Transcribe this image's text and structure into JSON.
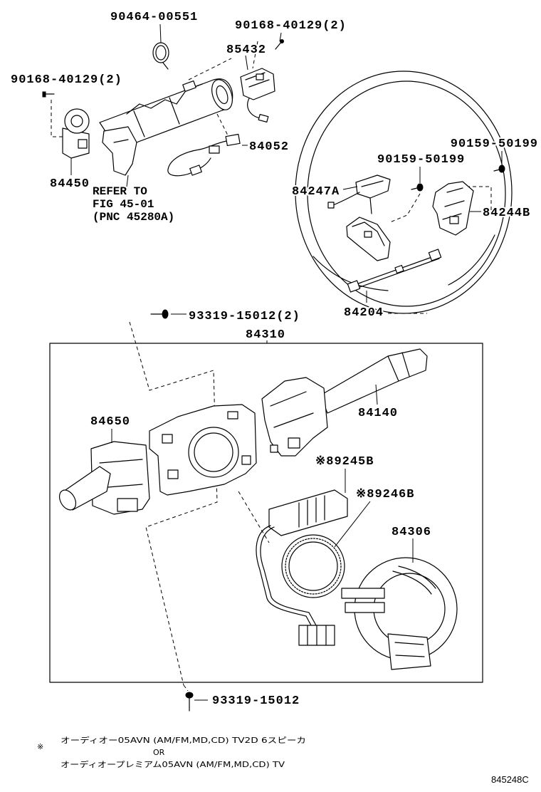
{
  "column_assembly": {
    "clamp_band": "90464-00551",
    "screw_right": "90168-40129(2)",
    "sensor": "85432",
    "screw_left": "90168-40129(2)",
    "harness": "84052",
    "switch": "84450",
    "refer_line1": "REFER TO",
    "refer_line2": "FIG 45-01",
    "refer_line3": "(PNC 45280A)"
  },
  "steering_wheel": {
    "screw_outer": "90159-50199",
    "screw_inner": "90159-50199",
    "switch_left": "84247A",
    "switch_right": "84244B",
    "harness": "84204"
  },
  "combination_switch": {
    "screw_top": "93319-15012(2)",
    "assembly": "84310",
    "wiper_switch": "84140",
    "headlamp_switch": "84650",
    "module": "※89245B",
    "ring": "※89246B",
    "spiral_cable": "84306",
    "screw_bottom": "93319-15012"
  },
  "footnote": {
    "mark": "※",
    "line1": "オーディオー05AVN (AM/FM,MD,CD) TV2D 6スピーカ",
    "or": "OR",
    "line2": "オーディオープレミアム05AVN (AM/FM,MD,CD) TV"
  },
  "figure_code": "845248C"
}
